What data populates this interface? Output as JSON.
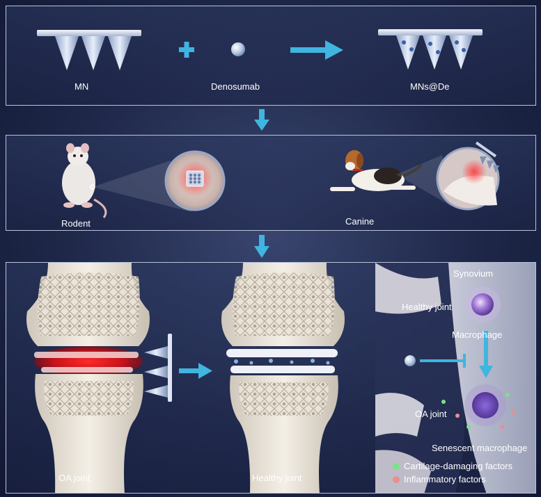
{
  "panel1": {
    "mn_label": "MN",
    "drug_label": "Denosumab",
    "product_label": "MNs@De"
  },
  "panel2": {
    "rodent_label": "Rodent",
    "canine_label": "Canine"
  },
  "panel3": {
    "oa_joint_label": "OA joint",
    "healthy_joint_label": "Healthy joint",
    "synovium_label": "Synovium",
    "inset_healthy_label": "Healthy joint",
    "macrophage_label": "Macrophage",
    "inset_oa_label": "OA joint",
    "senescent_label": "Senescent macrophage",
    "legend": [
      {
        "label": "Cartilage-damaging factors",
        "color": "#7ee08a"
      },
      {
        "label": "Inflammatory factors",
        "color": "#e89090"
      }
    ]
  },
  "colors": {
    "accent_cyan": "#3fb5e0",
    "panel_border": "#b9c4dc",
    "inflammation_red": "#e0282f"
  }
}
